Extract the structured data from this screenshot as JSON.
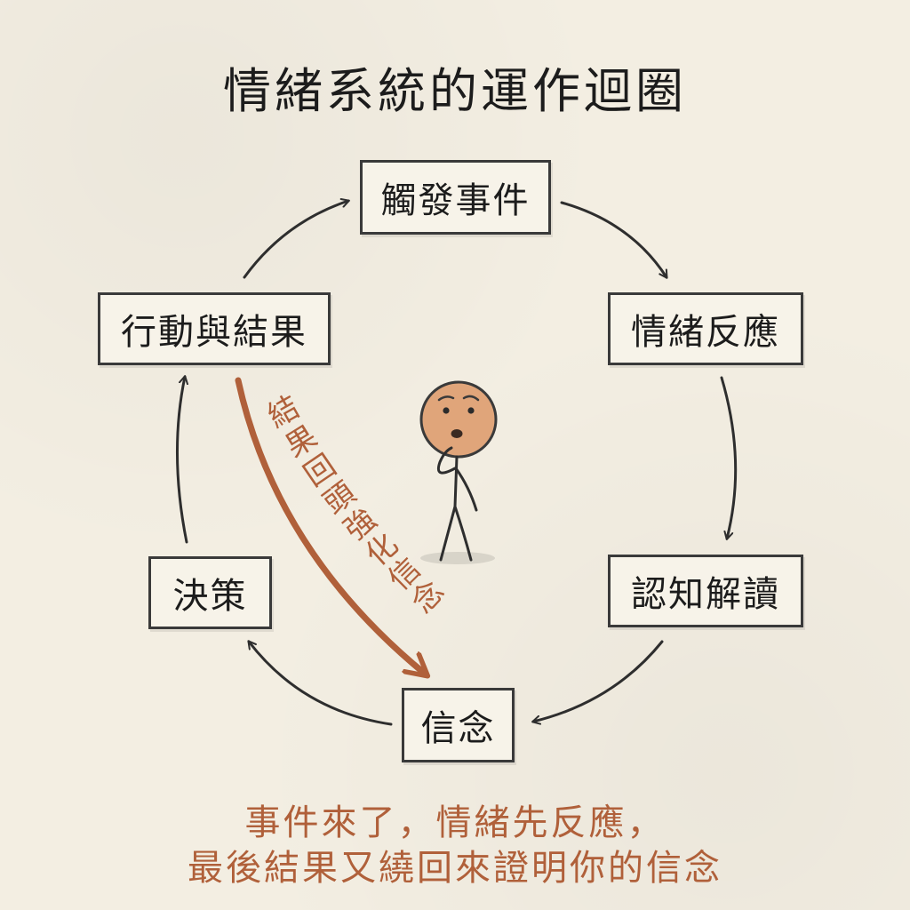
{
  "title": "情緒系統的運作迴圈",
  "nodes": {
    "trigger": "觸發事件",
    "emotion": "情緒反應",
    "cognition": "認知解讀",
    "belief": "信念",
    "decision": "決策",
    "action": "行動與結果"
  },
  "feedback_label": "結果回頭強化信念",
  "caption": {
    "line1": "事件來了，情緒先反應，",
    "line2": "最後結果又繞回來證明你的信念"
  },
  "colors": {
    "background": "#f3eee2",
    "ink": "#2e2e2e",
    "accent": "#b0603a",
    "figure_head": "#e0a57a"
  },
  "icons": {
    "figure": "worried-stick-figure-icon"
  }
}
